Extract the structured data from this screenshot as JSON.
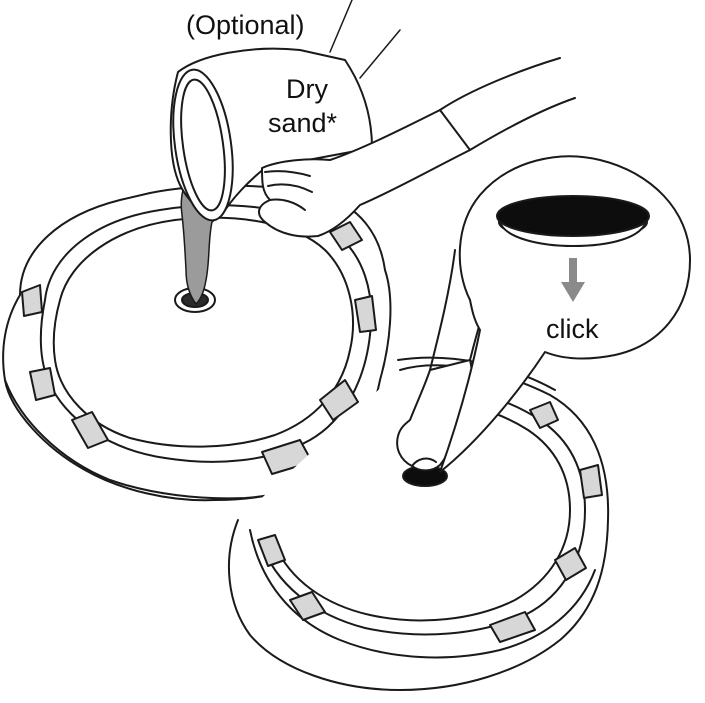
{
  "labels": {
    "optional": "(Optional)",
    "dry_line1": "Dry",
    "dry_line2": "sand*",
    "click": "click"
  },
  "colors": {
    "line": "#1a1a1a",
    "fill": "#ffffff",
    "rim_shade": "#d7d7d7",
    "sand": "#9b9b9b",
    "cap": "#0d0d0d",
    "arrow": "#8a8a8a"
  },
  "icons": [
    "bucket-icon",
    "hand-icon",
    "sand-stream-icon",
    "base-plate-icon",
    "cap-icon",
    "down-arrow-icon"
  ]
}
